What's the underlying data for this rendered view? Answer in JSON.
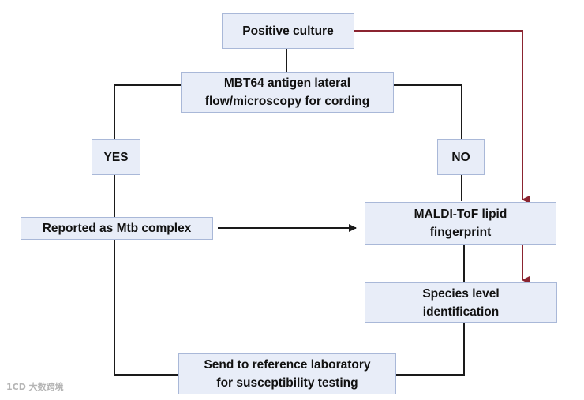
{
  "nodes": {
    "positive_culture": "Positive culture",
    "mbt64": {
      "line1": "MBT64 antigen lateral",
      "line2": "flow/microscopy for cording"
    },
    "yes": "YES",
    "no": "NO",
    "reported": "Reported as Mtb complex",
    "maldi": {
      "line1": "MALDI-ToF lipid",
      "line2": "fingerprint"
    },
    "species": {
      "line1": "Species level",
      "line2": "identification"
    },
    "reference": {
      "line1": "Send to reference laboratory",
      "line2": "for susceptibility testing"
    }
  },
  "watermark": "1CD 大数跨境",
  "colors": {
    "box_fill": "#e8edf8",
    "box_border": "#a9b8d8",
    "line": "#1a1a1a",
    "accent_arrow": "#8b2430"
  }
}
